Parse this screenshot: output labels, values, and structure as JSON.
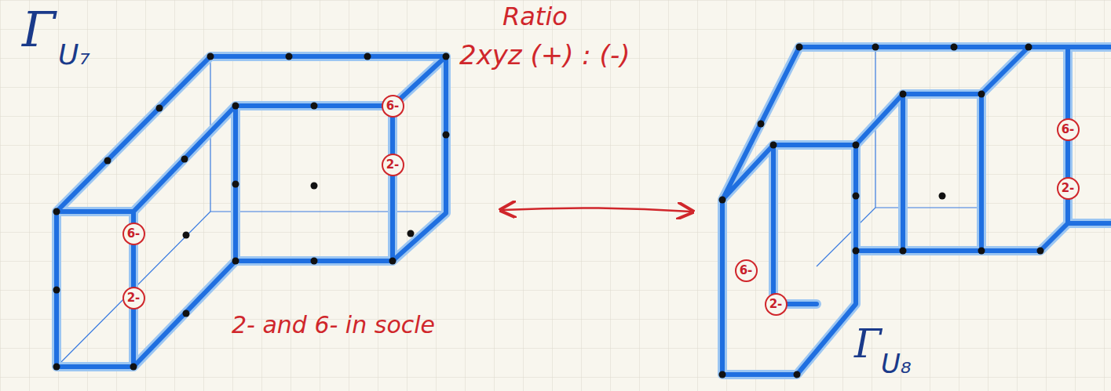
{
  "diagram": {
    "nodes": [
      {
        "text": [
          "6-"
        ]
      },
      {
        "text": [
          "2-"
        ]
      },
      {
        "text": [
          "6-"
        ]
      },
      {
        "text": [
          "2-"
        ]
      },
      {
        "text": [
          "6-"
        ]
      },
      {
        "text": [
          "2-"
        ]
      },
      {
        "text": [
          "6-"
        ]
      },
      {
        "text": [
          "2-"
        ]
      }
    ],
    "labels": [
      "Γ",
      "U₇",
      "Ratio",
      "2xyz (+) : (-)",
      "2- and 6- in socle",
      "Γ",
      "U₈"
    ]
  }
}
